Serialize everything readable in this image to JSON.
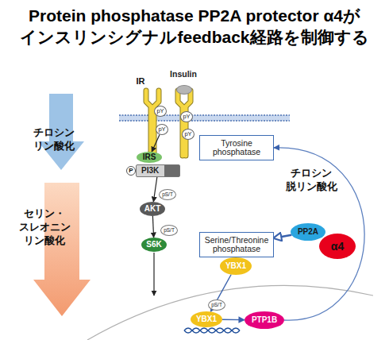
{
  "diagram": {
    "title": "Protein phosphatase PP2A protector α4が インスリンシグナルfeedback経路を制御する",
    "nodes": [
      {
        "text": [
          "Insulin"
        ]
      },
      {
        "text": [
          "pY"
        ]
      },
      {
        "text": [
          "pY"
        ]
      },
      {
        "text": [
          "pY"
        ]
      },
      {
        "text": [
          "pY"
        ]
      },
      {
        "text": [
          "Tyrosine phosphatase"
        ]
      },
      {
        "text": [
          "IRS"
        ]
      },
      {
        "text": [
          "P"
        ]
      },
      {
        "text": [
          "PI3K"
        ]
      },
      {
        "text": [
          "AKT"
        ]
      },
      {
        "text": [
          "pS/T"
        ]
      },
      {
        "text": [
          "S6K"
        ]
      },
      {
        "text": [
          "pS/T"
        ]
      },
      {
        "text": [
          "Serine/Threonine phosphatase"
        ]
      },
      {
        "text": [
          "PP2A"
        ]
      },
      {
        "text": [
          "α4"
        ]
      },
      {
        "text": [
          "YBX1"
        ]
      },
      {
        "text": [
          "YBX1"
        ]
      },
      {
        "text": [
          "pS/T"
        ]
      },
      {
        "text": [
          "PTP1B"
        ]
      }
    ],
    "edges": [
      {
        "from": 3,
        "to": 6,
        "arrow": "to"
      },
      {
        "from": 8,
        "to": 9,
        "arrow": "to"
      },
      {
        "from": 9,
        "to": 11,
        "arrow": "to"
      },
      {
        "from": 14,
        "to": 13,
        "arrow": "to"
      },
      {
        "from": 16,
        "to": 17,
        "arrow": "to"
      },
      {
        "from": 17,
        "to": 19,
        "arrow": "to"
      },
      {
        "from": 19,
        "to": 5,
        "arrow": "to"
      }
    ],
    "labels": [
      "IR",
      "チロシン リン酸化",
      "セリン・ スレオニン リン酸化",
      "チロシン 脱リン酸化"
    ]
  }
}
